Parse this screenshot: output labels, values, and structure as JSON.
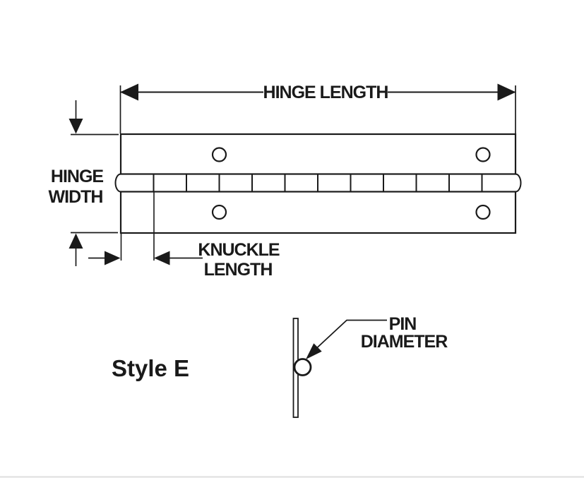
{
  "page": {
    "background_color": "#ffffff",
    "line_color": "#1a1a1a",
    "footer_rule_color": "#dddddd"
  },
  "diagram": {
    "style_title": "Style E",
    "labels": {
      "hinge_length": "HINGE LENGTH",
      "hinge_width_line1": "HINGE",
      "hinge_width_line2": "WIDTH",
      "knuckle_length_line1": "KNUCKLE",
      "knuckle_length_line2": "LENGTH",
      "pin_diameter_line1": "PIN",
      "pin_diameter_line2": "DIAMETER"
    },
    "hinge": {
      "knuckle_segment_count": 12,
      "screw_hole_count": 4
    }
  }
}
